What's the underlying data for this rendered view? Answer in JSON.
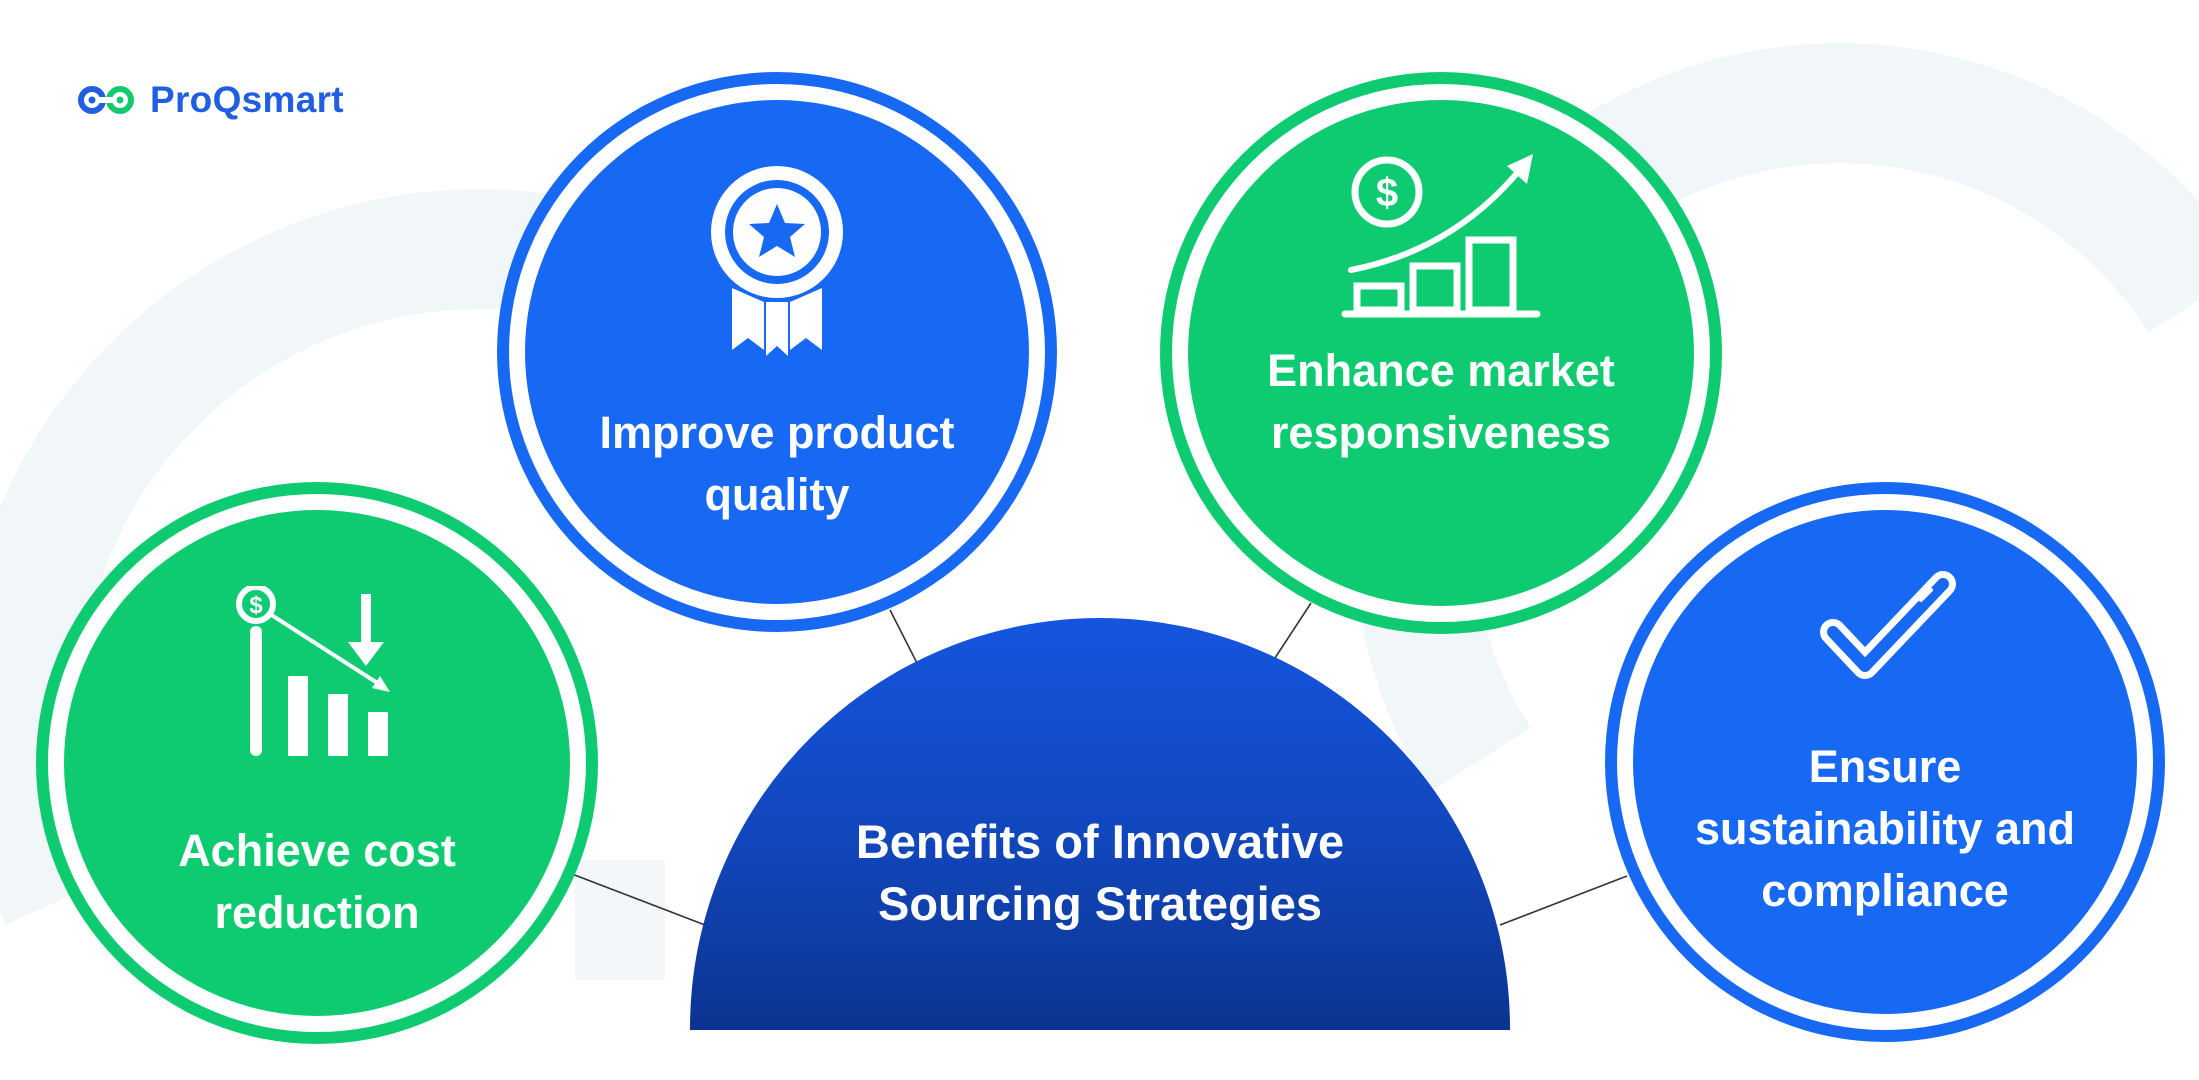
{
  "brand": {
    "name": "ProQsmart",
    "color_blue": "#1f5fe0",
    "color_green": "#14c96e"
  },
  "colors": {
    "green": "#0ecb71",
    "blue": "#1769f4",
    "ring_green": "#0ecb71",
    "ring_blue": "#1769f4",
    "dome_top": "#1555de",
    "dome_bottom": "#0c3490",
    "connector": "#333333",
    "background": "#ffffff"
  },
  "center": {
    "title": "Benefits of Innovative\nSourcing Strategies"
  },
  "benefits": [
    {
      "label": "Achieve cost\nreduction",
      "icon": "cost-reduction-chart-icon",
      "color": "green"
    },
    {
      "label": "Improve product\nquality",
      "icon": "award-medal-icon",
      "color": "blue"
    },
    {
      "label": "Enhance market\nresponsiveness",
      "icon": "growth-chart-dollar-icon",
      "color": "green"
    },
    {
      "label": "Ensure\nsustainability and\ncompliance",
      "icon": "checkmark-icon",
      "color": "blue"
    }
  ]
}
